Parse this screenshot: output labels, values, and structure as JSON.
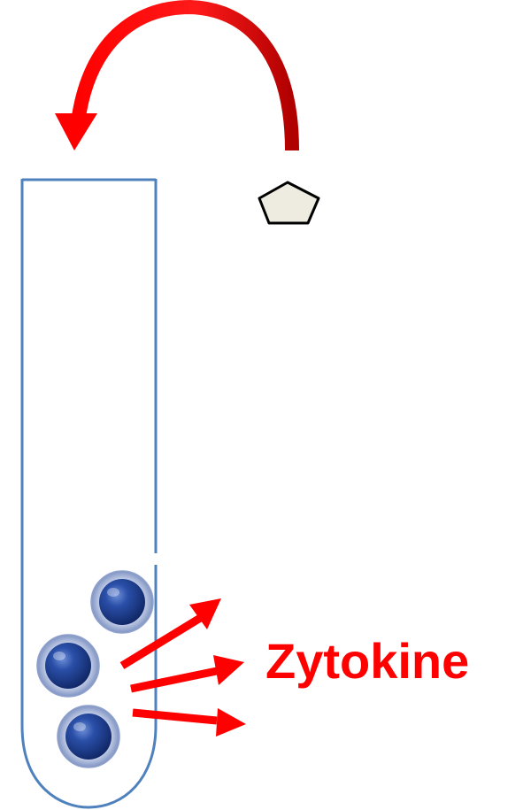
{
  "labels": {
    "cytokine": "Zytokine"
  },
  "colors": {
    "arrow": "#ff0000",
    "arc_dark": "#c00000",
    "tube_outline": "#4f81bd",
    "pentagon_fill": "#eeece1",
    "pentagon_stroke": "#000000",
    "cell_ring": "#a9b8d9",
    "cell_core": "#1f3f8a",
    "label": "#ff0000"
  },
  "elements": {
    "tube": "test-tube",
    "molecule": "pentagon-molecule",
    "cells": [
      "cell",
      "cell",
      "cell"
    ],
    "cytokine_arrows": 3
  }
}
